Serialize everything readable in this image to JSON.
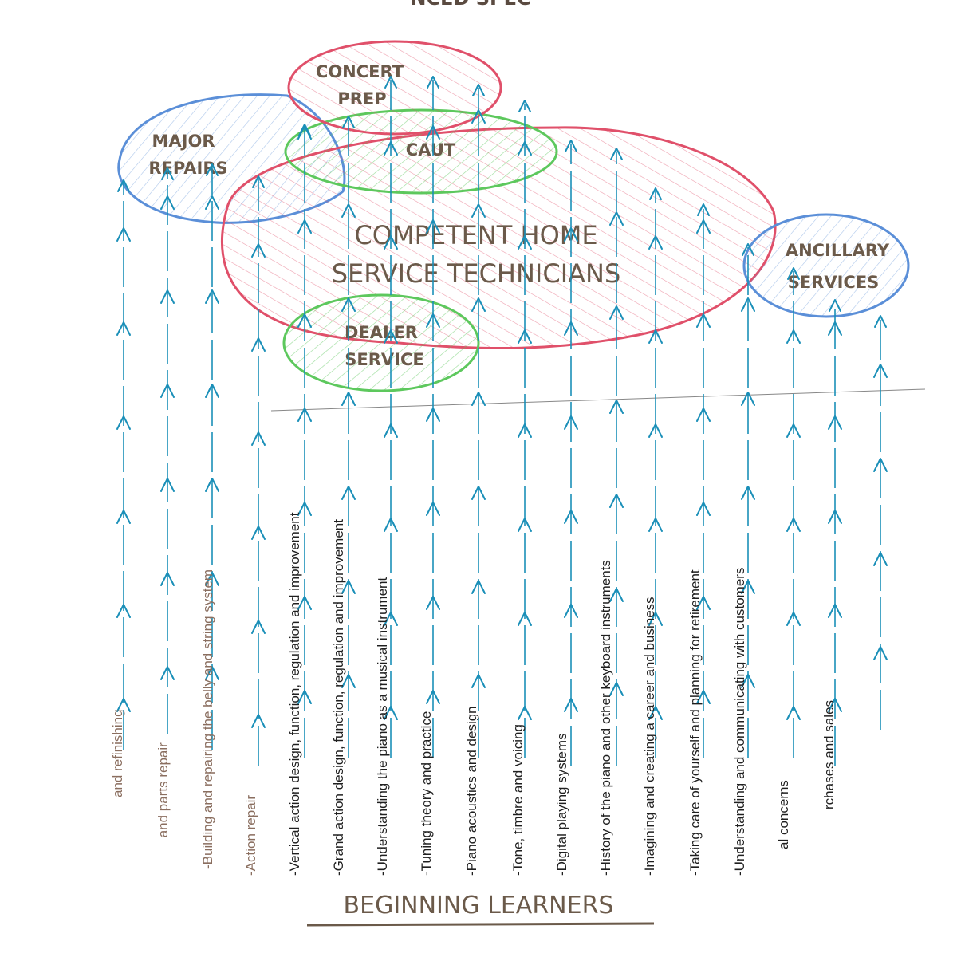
{
  "header_fragment": "NCED SPEC",
  "blobs": {
    "concert_prep": [
      "CONCERT",
      "PREP"
    ],
    "caut": "CAUT",
    "major_repairs": [
      "MAJOR",
      "REPAIRS"
    ],
    "main": [
      "COMPETENT HOME",
      "SERVICE TECHNICIANS"
    ],
    "ancillary": [
      "ANCILLARY",
      "SERVICES"
    ],
    "dealer": [
      "DEALER",
      "SERVICE"
    ]
  },
  "topics": [
    {
      "label": "and refinishing",
      "faded": true
    },
    {
      "label": " and parts repair",
      "faded": true
    },
    {
      "label": "-Building and repairing the belly and string system",
      "faded": true
    },
    {
      "label": "-Action repair",
      "faded": true
    },
    {
      "label": "-Vertical action design, function, regulation and improvement",
      "faded": false
    },
    {
      "label": "-Grand action design, function, regulation and improvement",
      "faded": false
    },
    {
      "label": "-Understanding the piano as a musical instrument",
      "faded": false
    },
    {
      "label": "-Tuning theory and practice",
      "faded": false
    },
    {
      "label": "-Piano acoustics and design",
      "faded": false
    },
    {
      "label": "-Tone, timbre and voicing",
      "faded": false
    },
    {
      "label": "-Digital playing systems",
      "faded": false
    },
    {
      "label": "-History of the piano and other keyboard instruments",
      "faded": false
    },
    {
      "label": "-Imagining and creating a career and business",
      "faded": false
    },
    {
      "label": "-Taking care of yourself and planning for retirement",
      "faded": false
    },
    {
      "label": "-Understanding and communicating with customers",
      "faded": false
    },
    {
      "label": "al concerns",
      "faded": false
    },
    {
      "label": "rchases and sales",
      "faded": false
    }
  ],
  "bottom_label": "BEGINNING LEARNERS",
  "colors": {
    "red": "#e0506a",
    "green": "#5dc85d",
    "blue": "#5b8fd8",
    "arrow": "#1a8fb8",
    "text_brown": "#6b5a4a"
  }
}
